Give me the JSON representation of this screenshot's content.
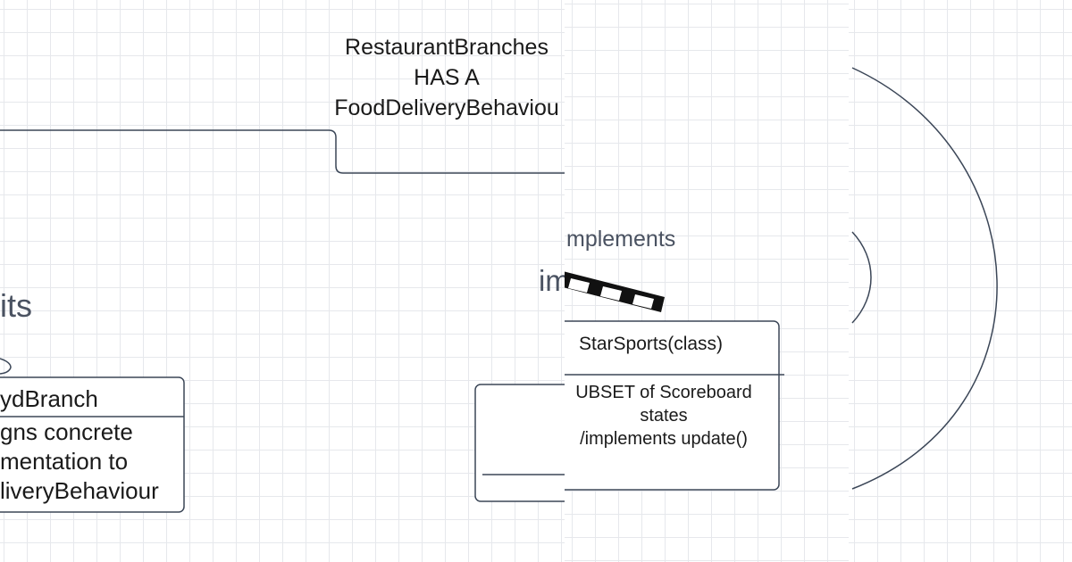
{
  "left_panel": {
    "relationship_label": {
      "line1": "RestaurantBranches",
      "line2": "HAS A",
      "line3": "FoodDeliveryBehaviou"
    },
    "inherits_label": "its",
    "implements_fragment": "im",
    "branch_class": {
      "title": "ydBranch",
      "body_line1": "gns concrete",
      "body_line2": "mentation to",
      "body_line3": "liveryBehaviour"
    }
  },
  "middle_panel": {
    "implements_label": "mplements",
    "class_box": {
      "title": "StarSports(class)",
      "body_line1": "UBSET of  Scoreboard",
      "body_line2": "states",
      "body_line3": "/implements update()"
    }
  },
  "colors": {
    "line": "#3b4657",
    "grid": "#e6e8ec",
    "text": "#1a1a1a",
    "label_gray": "#4a5261"
  }
}
